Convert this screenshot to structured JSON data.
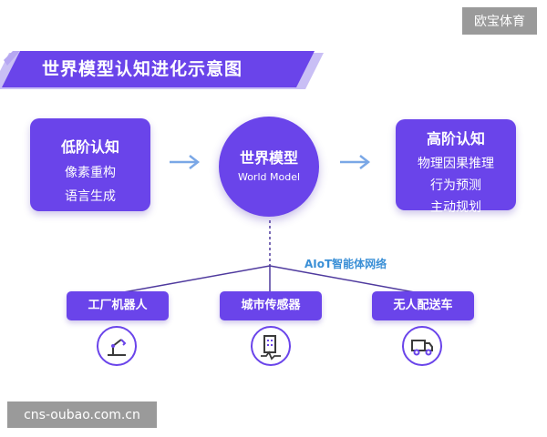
{
  "watermarks": {
    "top_right": "欧宝体育",
    "bottom_left": "cns-oubao.com.cn"
  },
  "title": "世界模型认知进化示意图",
  "left_box": {
    "title": "低阶认知",
    "lines": [
      "像素重构",
      "语言生成"
    ]
  },
  "center": {
    "title": "世界模型",
    "subtitle": "World Model"
  },
  "right_box": {
    "title": "高阶认知",
    "lines": [
      "物理因果推理",
      "行为预测",
      "主动规划"
    ]
  },
  "network_label": "AIoT智能体网络",
  "nodes": [
    {
      "label": "工厂机器人",
      "icon": "robot-arm-icon"
    },
    {
      "label": "城市传感器",
      "icon": "city-sensor-icon"
    },
    {
      "label": "无人配送车",
      "icon": "delivery-truck-icon"
    }
  ],
  "colors": {
    "primary": "#6a44ea",
    "arrow": "#7aa7e6",
    "network_label": "#3a8fd6",
    "line": "#4f3a9e"
  }
}
